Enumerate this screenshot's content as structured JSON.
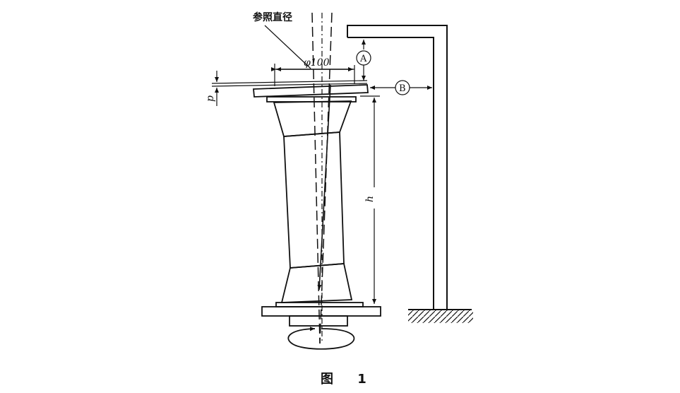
{
  "labels": {
    "reference_diameter": "参照直径",
    "diameter": "φ100",
    "point_a": "A",
    "point_b": "B",
    "p": "p",
    "h": "h"
  },
  "caption": "图 1"
}
